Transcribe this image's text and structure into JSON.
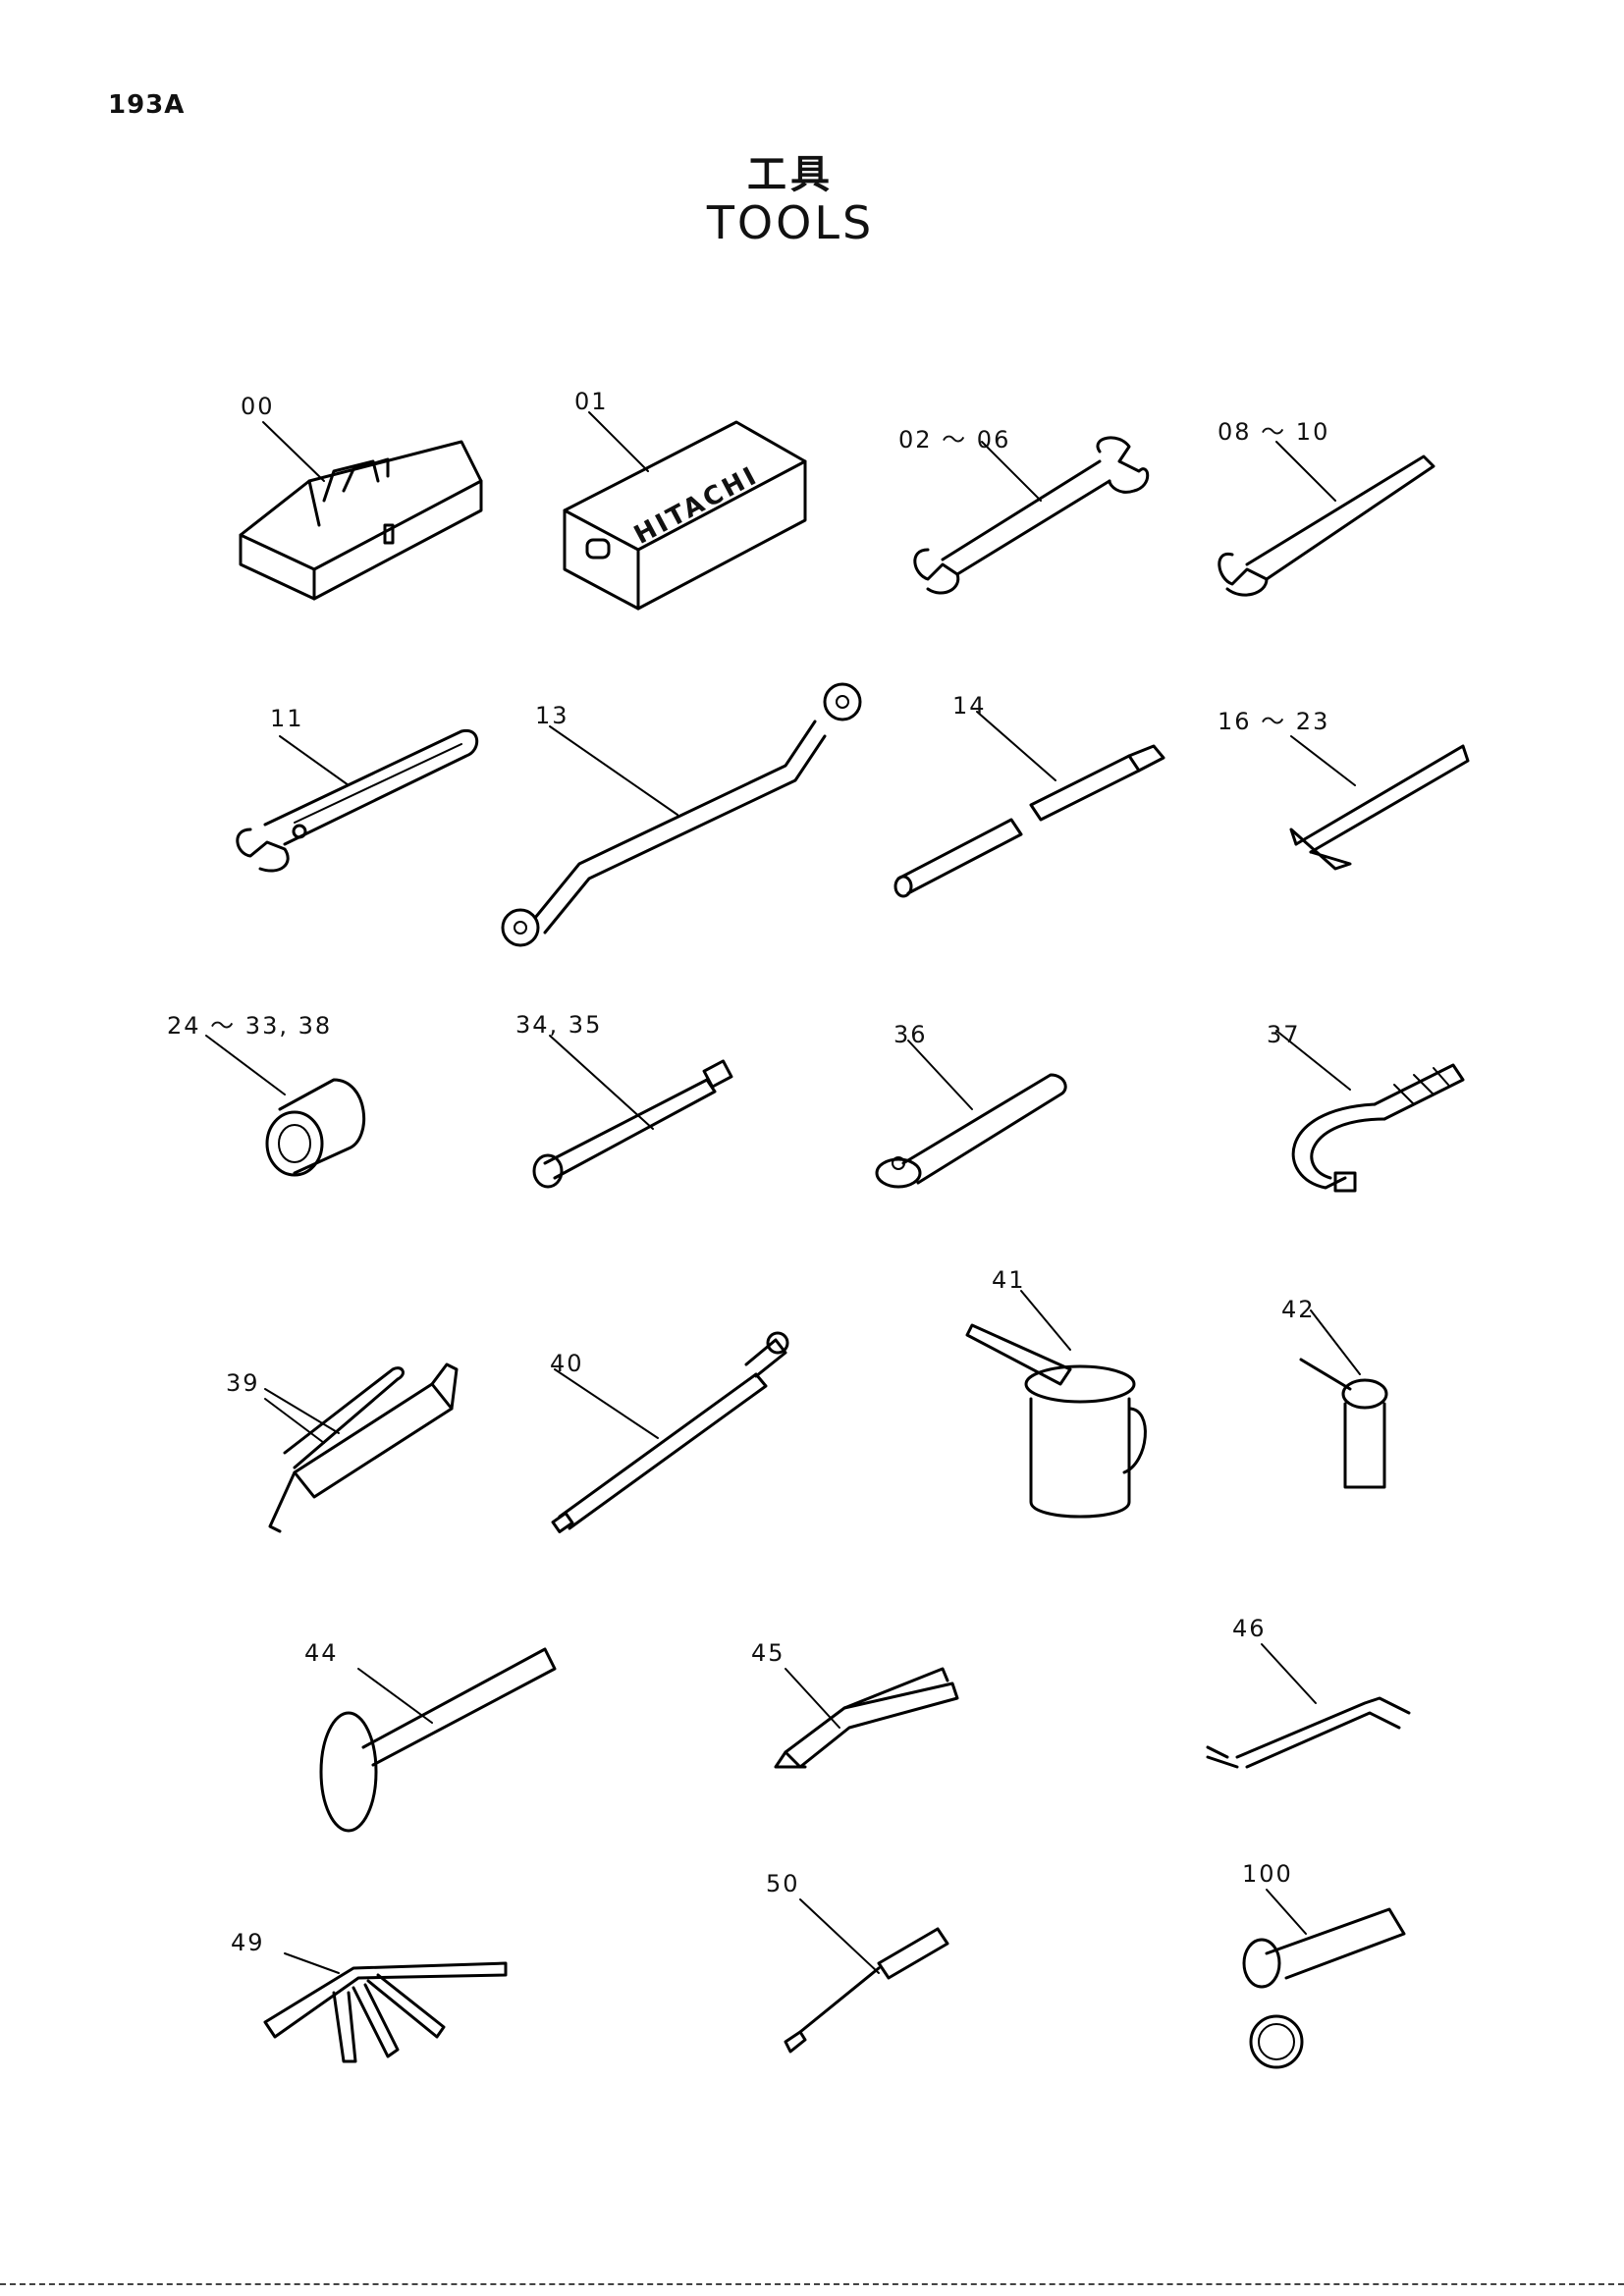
{
  "page_number": "193A",
  "title_japanese": "工具",
  "title_english": "TOOLS",
  "box_label": "HITACHI",
  "callouts": [
    {
      "id": "00",
      "label": "00"
    },
    {
      "id": "01",
      "label": "01"
    },
    {
      "id": "02-06",
      "label": "02 〜 06"
    },
    {
      "id": "08-10",
      "label": "08 〜 10"
    },
    {
      "id": "11",
      "label": "11"
    },
    {
      "id": "13",
      "label": "13"
    },
    {
      "id": "14",
      "label": "14"
    },
    {
      "id": "16-23",
      "label": "16 〜 23"
    },
    {
      "id": "24-38",
      "label": "24 〜 33, 38"
    },
    {
      "id": "34-35",
      "label": "34, 35"
    },
    {
      "id": "36",
      "label": "36"
    },
    {
      "id": "37",
      "label": "37"
    },
    {
      "id": "39",
      "label": "39"
    },
    {
      "id": "40",
      "label": "40"
    },
    {
      "id": "41",
      "label": "41"
    },
    {
      "id": "42",
      "label": "42"
    },
    {
      "id": "44",
      "label": "44"
    },
    {
      "id": "45",
      "label": "45"
    },
    {
      "id": "46",
      "label": "46"
    },
    {
      "id": "49",
      "label": "49"
    },
    {
      "id": "50",
      "label": "50"
    },
    {
      "id": "100",
      "label": "100"
    }
  ]
}
